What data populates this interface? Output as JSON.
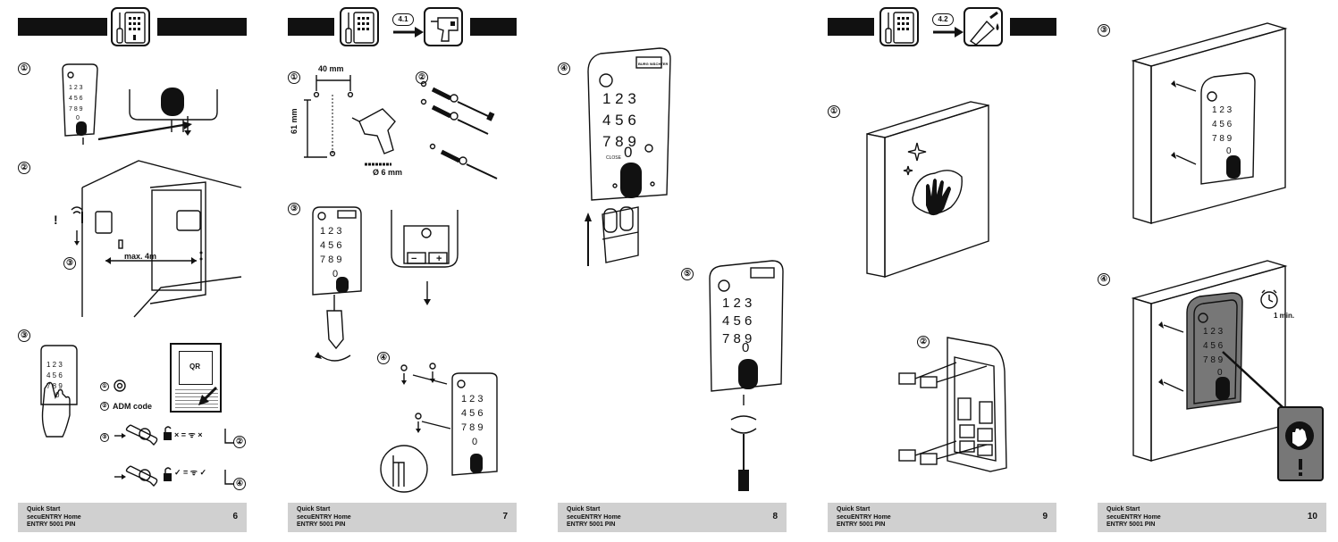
{
  "footer": {
    "line1": "Quick Start",
    "line2": "secuENTRY Home",
    "line3": "ENTRY 5001 PIN"
  },
  "pages": [
    {
      "number": "6"
    },
    {
      "number": "7"
    },
    {
      "number": "8"
    },
    {
      "number": "9"
    },
    {
      "number": "10"
    }
  ],
  "page6": {
    "steps": [
      "①",
      "②",
      "③"
    ],
    "step_ref": "③",
    "distance": "max. 4m",
    "adm_code": "ADM code",
    "qr_label": "QR",
    "power_step": "①",
    "adm_step": "②",
    "pair_step": "③",
    "goto_a": "②",
    "goto_b": "④",
    "signal_fail": "× = ᯤ ×",
    "signal_ok": "✓ = ᯤ ✓"
  },
  "page7": {
    "pill": "4.1",
    "steps": [
      "①",
      "②",
      "③",
      "④"
    ],
    "dim_h": "40 mm",
    "dim_v": "61 mm",
    "drill": "Ø 6 mm",
    "minus": "−",
    "plus": "+"
  },
  "page8": {
    "steps": [
      "④",
      "⑤"
    ]
  },
  "page9": {
    "pill": "4.2",
    "steps": [
      "①",
      "②"
    ]
  },
  "page10": {
    "steps": [
      "③",
      "④"
    ],
    "wait": "1 min."
  },
  "keypad": {
    "brand": "BURG WÄCHTER",
    "keys": [
      "1",
      "2",
      "3",
      "4",
      "5",
      "6",
      "7",
      "8",
      "9",
      "0"
    ],
    "close": "CLOSE"
  }
}
